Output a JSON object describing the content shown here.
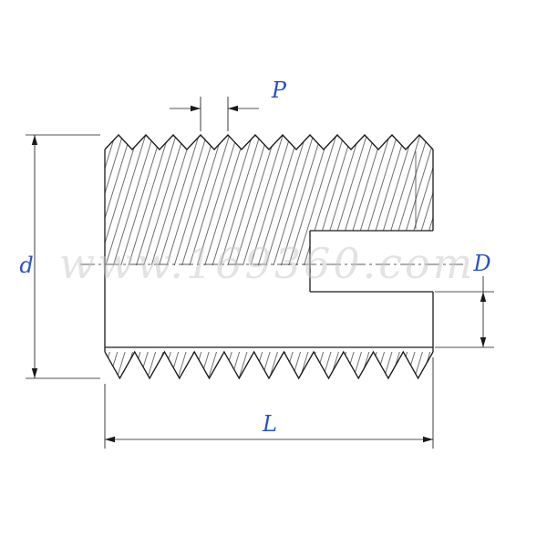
{
  "labels": {
    "pitch": "P",
    "outer_diameter": "d",
    "inner_diameter": "D",
    "length": "L"
  },
  "watermark": {
    "text": "www.169360.com"
  },
  "colors": {
    "line": "#1a1a1a",
    "dimension_label": "#2a52c4",
    "watermark": "#c8c8c8"
  }
}
